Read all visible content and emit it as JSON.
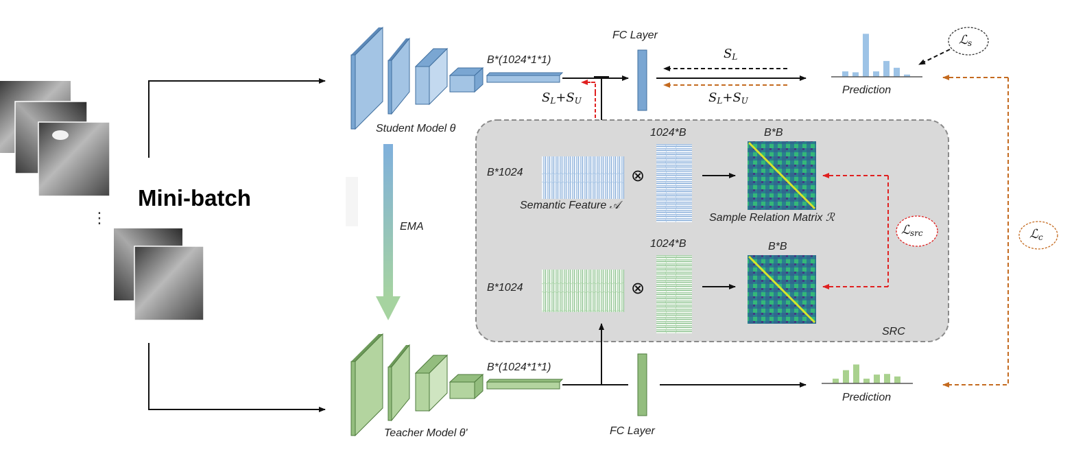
{
  "input": {
    "minibatch_label": "Mini-batch",
    "ellipsis": "⋮"
  },
  "student": {
    "model_label": "Student Model θ",
    "feature_dim": "B*(1024*1*1)",
    "fc_label": "FC Layer",
    "prediction_label": "Prediction",
    "color": "#7aa6d2"
  },
  "teacher": {
    "model_label": "Teacher Model θ'",
    "feature_dim": "B*(1024*1*1)",
    "fc_label": "FC Layer",
    "prediction_label": "Prediction",
    "color": "#93bd7e"
  },
  "ema_label": "EMA",
  "supervision": {
    "sl": "S",
    "sl_sub": "L",
    "su": "S",
    "su_sub": "U",
    "plus": "+"
  },
  "src": {
    "box_label": "SRC",
    "student_feat_dim": "B*1024",
    "teacher_feat_dim": "B*1024",
    "student_trans_dim": "1024*B",
    "teacher_trans_dim": "1024*B",
    "student_rel_dim": "B*B",
    "teacher_rel_dim": "B*B",
    "semantic_feature_label": "Semantic Feature 𝒜",
    "relation_matrix_label": "Sample Relation Matrix ℛ",
    "otimes": "⊗"
  },
  "losses": {
    "ls": "ℒ",
    "ls_sub": "s",
    "lsrc": "ℒ",
    "lsrc_sub": "src",
    "lc": "ℒ",
    "lc_sub": "c"
  },
  "predictions": {
    "student_bars": [
      0.12,
      0.1,
      0.95,
      0.12,
      0.35,
      0.2,
      0.05
    ],
    "teacher_bars": [
      0.15,
      0.42,
      0.6,
      0.15,
      0.28,
      0.3,
      0.22
    ]
  },
  "colors": {
    "arrow_black": "#111111",
    "arrow_orange": "#c46a1f",
    "arrow_red": "#e02020",
    "src_box_fill": "#d9d9d9",
    "src_box_stroke": "#8a8a8a"
  }
}
